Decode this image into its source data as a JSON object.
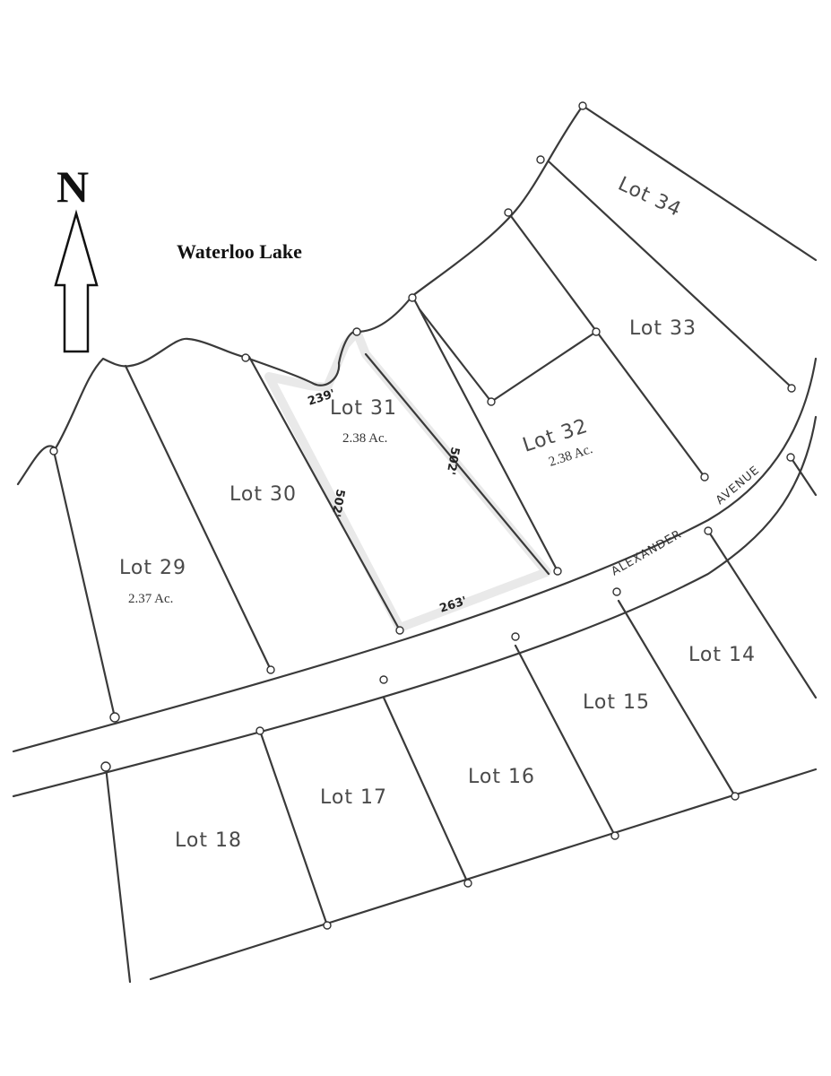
{
  "lake_label": "Waterloo Lake",
  "north_label": "N",
  "street_name": {
    "part1": "ALEXANDER",
    "part2": "AVENUE"
  },
  "lots": [
    {
      "label": "Lot 34"
    },
    {
      "label": "Lot 33"
    },
    {
      "label": "Lot 32",
      "acreage": "2.38 Ac."
    },
    {
      "label": "Lot 31",
      "acreage": "2.38 Ac."
    },
    {
      "label": "Lot 30"
    },
    {
      "label": "Lot 29",
      "acreage": "2.37 Ac."
    },
    {
      "label": "Lot 14"
    },
    {
      "label": "Lot 15"
    },
    {
      "label": "Lot 16"
    },
    {
      "label": "Lot 17"
    },
    {
      "label": "Lot 18"
    }
  ],
  "dimensions": {
    "lot31_front": "239'",
    "lot31_west": "502'",
    "lot31_east": "502'",
    "lot31_rear": "263'"
  },
  "highlight_color": "#e9e9e9"
}
